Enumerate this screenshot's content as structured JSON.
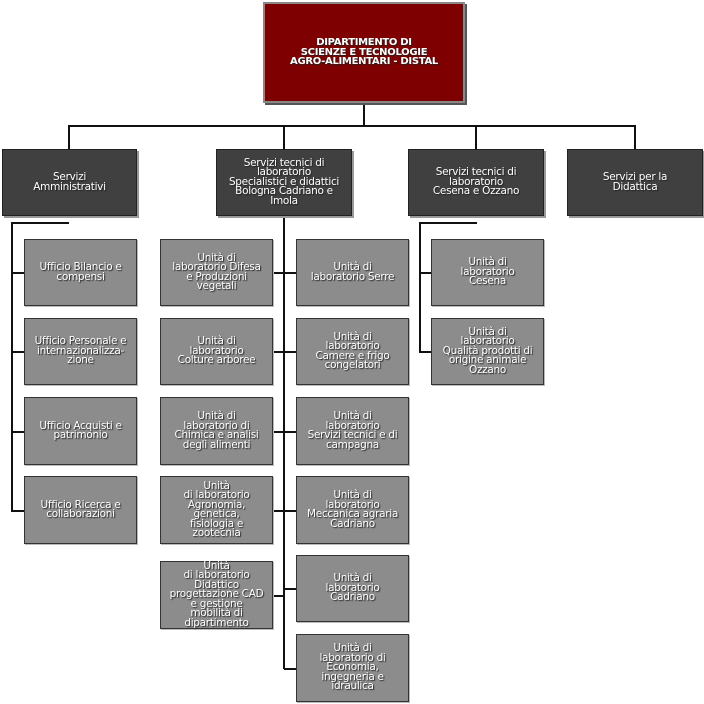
{
  "root": "DIPARTIMENTO DI\nSCIENZE E TECNOLOGIE\nAGRO-ALIMENTARI - DISTAL",
  "level2": [
    "Servizi\nAmministrativi",
    "Servizi tecnici di\nlaboratorio\nSpecialistici e didattici\nBologna Cadriano e\nImola",
    "Servizi tecnici di\nlaboratorio\nCesena e Ozzano",
    "Servizi per la\nDidattica"
  ],
  "amministrativi": [
    "Ufficio Bilancio e\ncompensi",
    "Ufficio Personale e\ninternazionalizza-\nzione",
    "Ufficio Acquisti e\npatrimonio",
    "Ufficio Ricerca e\ncollaborazioni"
  ],
  "bologna_left": [
    "Unità di\nlaboratorio Difesa\ne Produzioni\nvegetali",
    "Unità di\nlaboratorio\nColture arboree",
    "Unità di\nlaboratorio di\nChimica e analisi\ndegli alimenti",
    "Unità\ndi laboratorio\nAgronomia,\ngenetica,\nfisiologia e\nzootecnia",
    "Unità\ndi laboratorio\nDidattico\nprogettazione CAD\ne gestione\nmobilità di\ndipartimento"
  ],
  "bologna_right": [
    "Unità di\nlaboratorio Serre",
    "Unità di\nlaboratorio\nCamere e frigo\ncongelatori",
    "Unità di\nlaboratorio\nServizi tecnici e di\ncampagna",
    "Unità di\nlaboratorio\nMeccanica agraria\nCadriano",
    "Unità di\nlaboratorio\nCadriano",
    "Unità di\nlaboratorio di\nEconomia,\ningegneria e\nidraulica"
  ],
  "cesena": [
    "Unità di\nlaboratorio\nCesena",
    "Unità di\nlaboratorio\nQualità prodotti di\norigine animale\nOzzano"
  ]
}
